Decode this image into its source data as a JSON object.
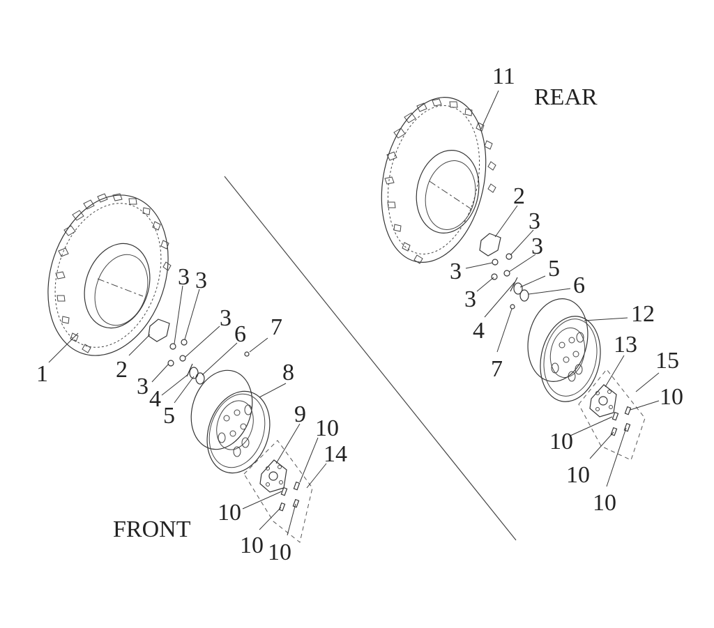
{
  "titles": {
    "rear": "REAR",
    "front": "FRONT"
  },
  "callouts": {
    "front": [
      "1",
      "2",
      "3",
      "3",
      "3",
      "3",
      "4",
      "5",
      "6",
      "7",
      "8",
      "9",
      "10",
      "10",
      "10",
      "10",
      "14"
    ],
    "rear": [
      "11",
      "2",
      "3",
      "3",
      "3",
      "3",
      "4",
      "5",
      "6",
      "7",
      "12",
      "13",
      "15",
      "10",
      "10",
      "10",
      "10"
    ]
  },
  "colors": {
    "line": "#333333",
    "background": "#ffffff"
  }
}
